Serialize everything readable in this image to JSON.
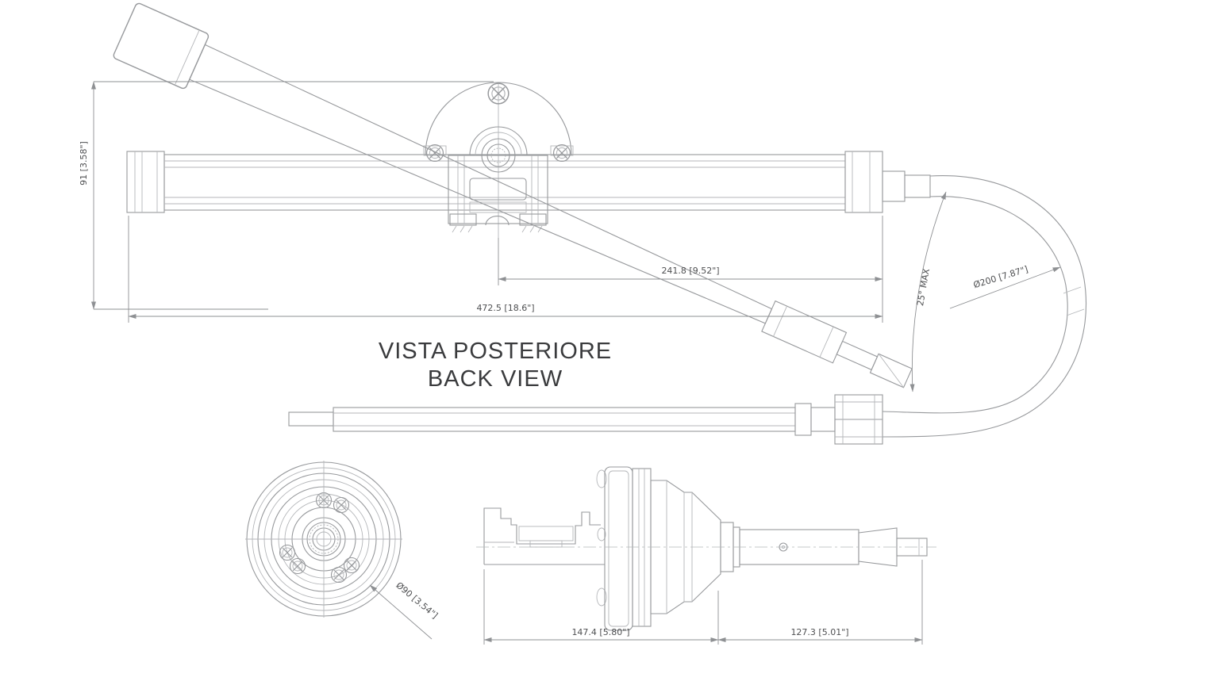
{
  "drawing": {
    "back_view_label_it": "VISTA POSTERIORE",
    "back_view_label_en": "BACK VIEW",
    "top_view": {
      "dim_height": "91 [3.58\"]",
      "dim_center_to_end": "241.8 [9.52\"]",
      "dim_overall_length": "472.5 [18.6\"]",
      "ann_max_angle": "25° MAX",
      "ann_bend_diameter": "Ø200 [7.87\"]"
    },
    "front_flange_view": {
      "dim_flange_diameter": "Ø90 [3.54\"]"
    },
    "side_view": {
      "dim_body_length": "147.4 [5.80\"]",
      "dim_shaft_length": "127.3 [5.01\"]"
    },
    "colors": {
      "background": "#ffffff",
      "line": "#97999c",
      "line_light": "#b4b6b9",
      "dim": "#8e9093",
      "text": "#4e4f51",
      "title": "#3a3b3d"
    }
  }
}
